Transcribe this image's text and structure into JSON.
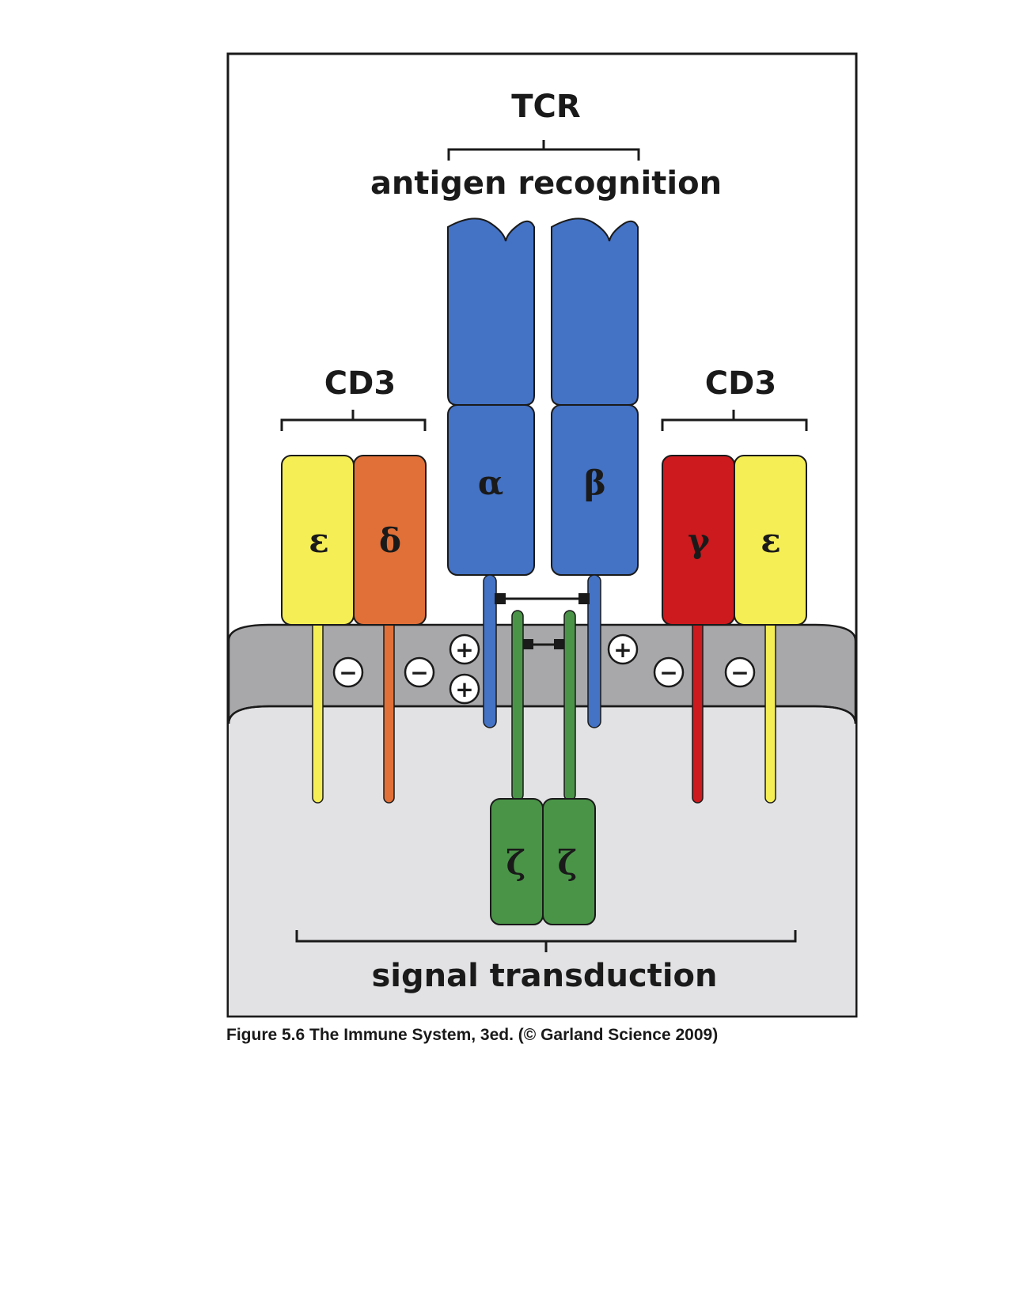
{
  "labels": {
    "tcr": "TCR",
    "antigen_recognition": "antigen recognition",
    "cd3_left": "CD3",
    "cd3_right": "CD3",
    "signal_transduction": "signal transduction"
  },
  "chains": {
    "alpha": "α",
    "beta": "β",
    "epsilon_left": "ε",
    "delta": "δ",
    "gamma": "γ",
    "epsilon_right": "ε",
    "zeta_left": "ζ",
    "zeta_right": "ζ"
  },
  "charges": {
    "plus": "+",
    "minus": "−"
  },
  "colors": {
    "tcr_blue": "#4472c4",
    "epsilon_yellow": "#f5ee55",
    "delta_orange": "#e07038",
    "gamma_red": "#cc1a1e",
    "zeta_green": "#4a9448",
    "membrane_gray": "#a8a8ab",
    "cytoplasm_gray": "#e2e2e4"
  },
  "caption": "Figure 5.6  The Immune System, 3ed. (© Garland Science 2009)"
}
